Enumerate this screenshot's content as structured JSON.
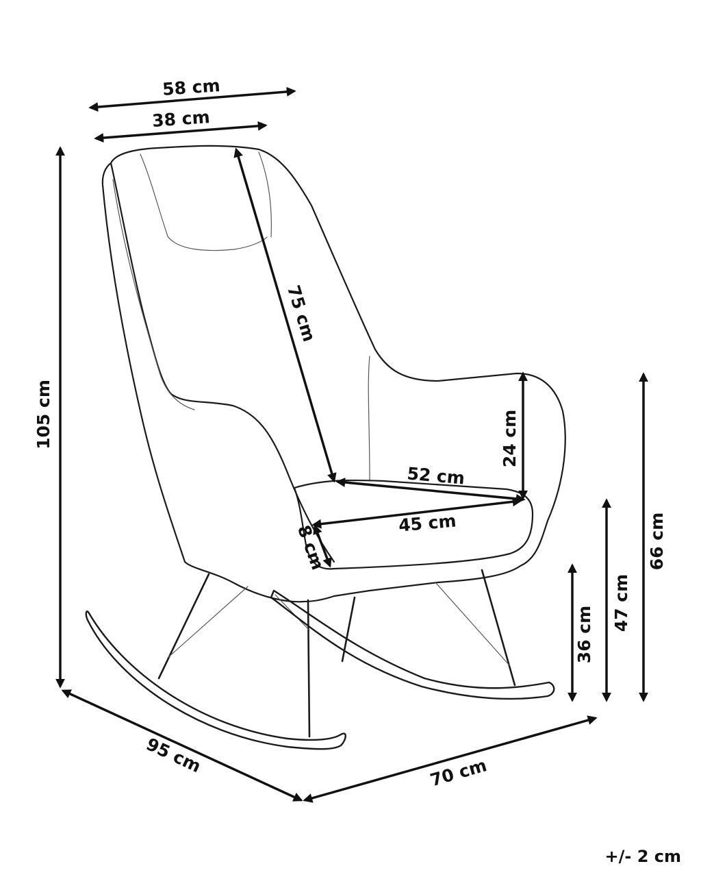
{
  "dimensions": {
    "overall_width_top": "58 cm",
    "seat_back_width": "38 cm",
    "backrest_height": "75 cm",
    "total_height": "105 cm",
    "armrest_height_above_seat": "24 cm",
    "seat_depth_diagonal": "52 cm",
    "seat_depth": "45 cm",
    "seat_cushion_thickness": "8 cm",
    "seat_height_low": "36 cm",
    "seat_height": "47 cm",
    "armrest_height": "66 cm",
    "depth": "95 cm",
    "width": "70 cm"
  },
  "tolerance": "+/- 2 cm",
  "colors": {
    "line": "#1a1a1a",
    "text": "#111111",
    "background": "#ffffff"
  }
}
